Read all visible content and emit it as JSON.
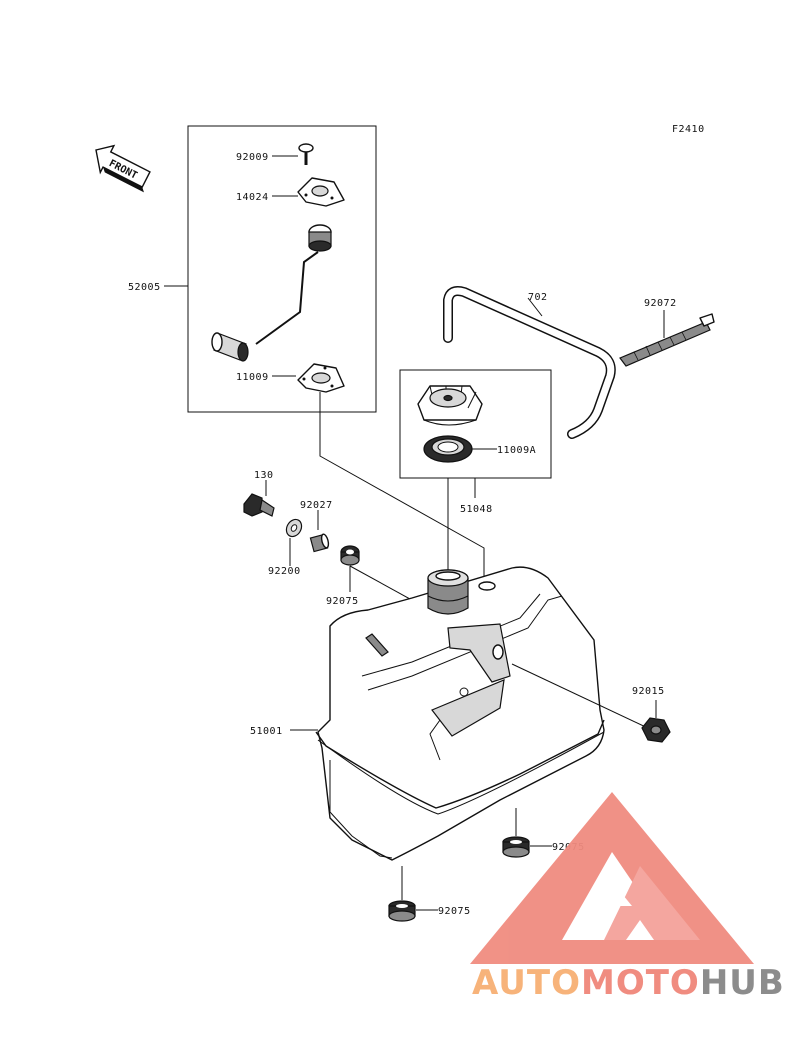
{
  "figure": {
    "code": "F2410",
    "front_label": "FRONT"
  },
  "parts": {
    "p92009": "92009",
    "p14024": "14024",
    "p52005": "52005",
    "p11009": "11009",
    "p702": "702",
    "p92072": "92072",
    "p11009A": "11009A",
    "p51048": "51048",
    "p130": "130",
    "p92027": "92027",
    "p92200": "92200",
    "p92075a": "92075",
    "p92015": "92015",
    "p51001": "51001",
    "p92075b": "92075",
    "p92075c": "92075"
  },
  "watermark": {
    "part1": "AUTO",
    "part2": "MOTO",
    "part3": "HUB",
    "color1": "#f7b37a",
    "color2": "#f08c80",
    "color3": "#8c8c8c"
  }
}
